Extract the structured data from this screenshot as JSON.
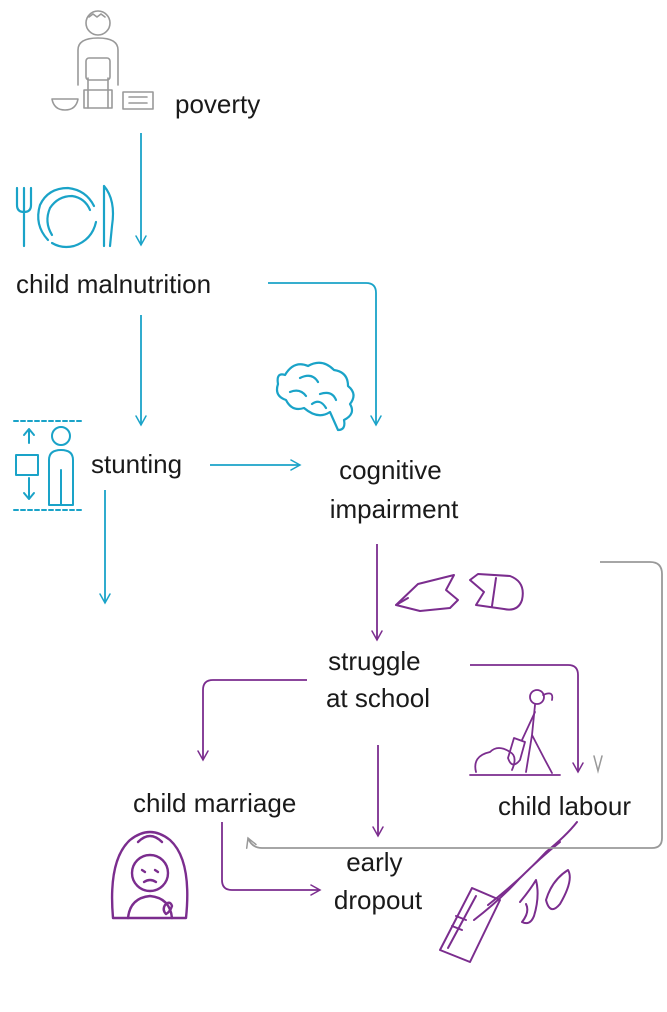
{
  "nodes": {
    "poverty": "poverty",
    "child_malnutrition": "child malnutrition",
    "stunting": "stunting",
    "cognitive_impairment": [
      "cognitive",
      "impairment"
    ],
    "struggle_at_school": [
      "struggle",
      "at school"
    ],
    "child_marriage": "child marriage",
    "child_labour": "child labour",
    "early_dropout": [
      "early",
      "dropout"
    ]
  },
  "icons": {
    "poverty": "seated-person-with-bowl-icon",
    "child_malnutrition": "fork-plate-knife-icon",
    "stunting": "height-measure-person-icon",
    "cognitive_impairment": "brain-icon",
    "struggle_at_school": "broken-pencil-icon",
    "child_labour": "child-digging-icon",
    "child_marriage": "bride-with-veil-icon",
    "early_dropout": "hand-dropping-book-icon"
  },
  "colors": {
    "teal": "#1aa3c8",
    "purple": "#7b2d8e",
    "grey": "#999999",
    "text": "#1a1a1a"
  }
}
